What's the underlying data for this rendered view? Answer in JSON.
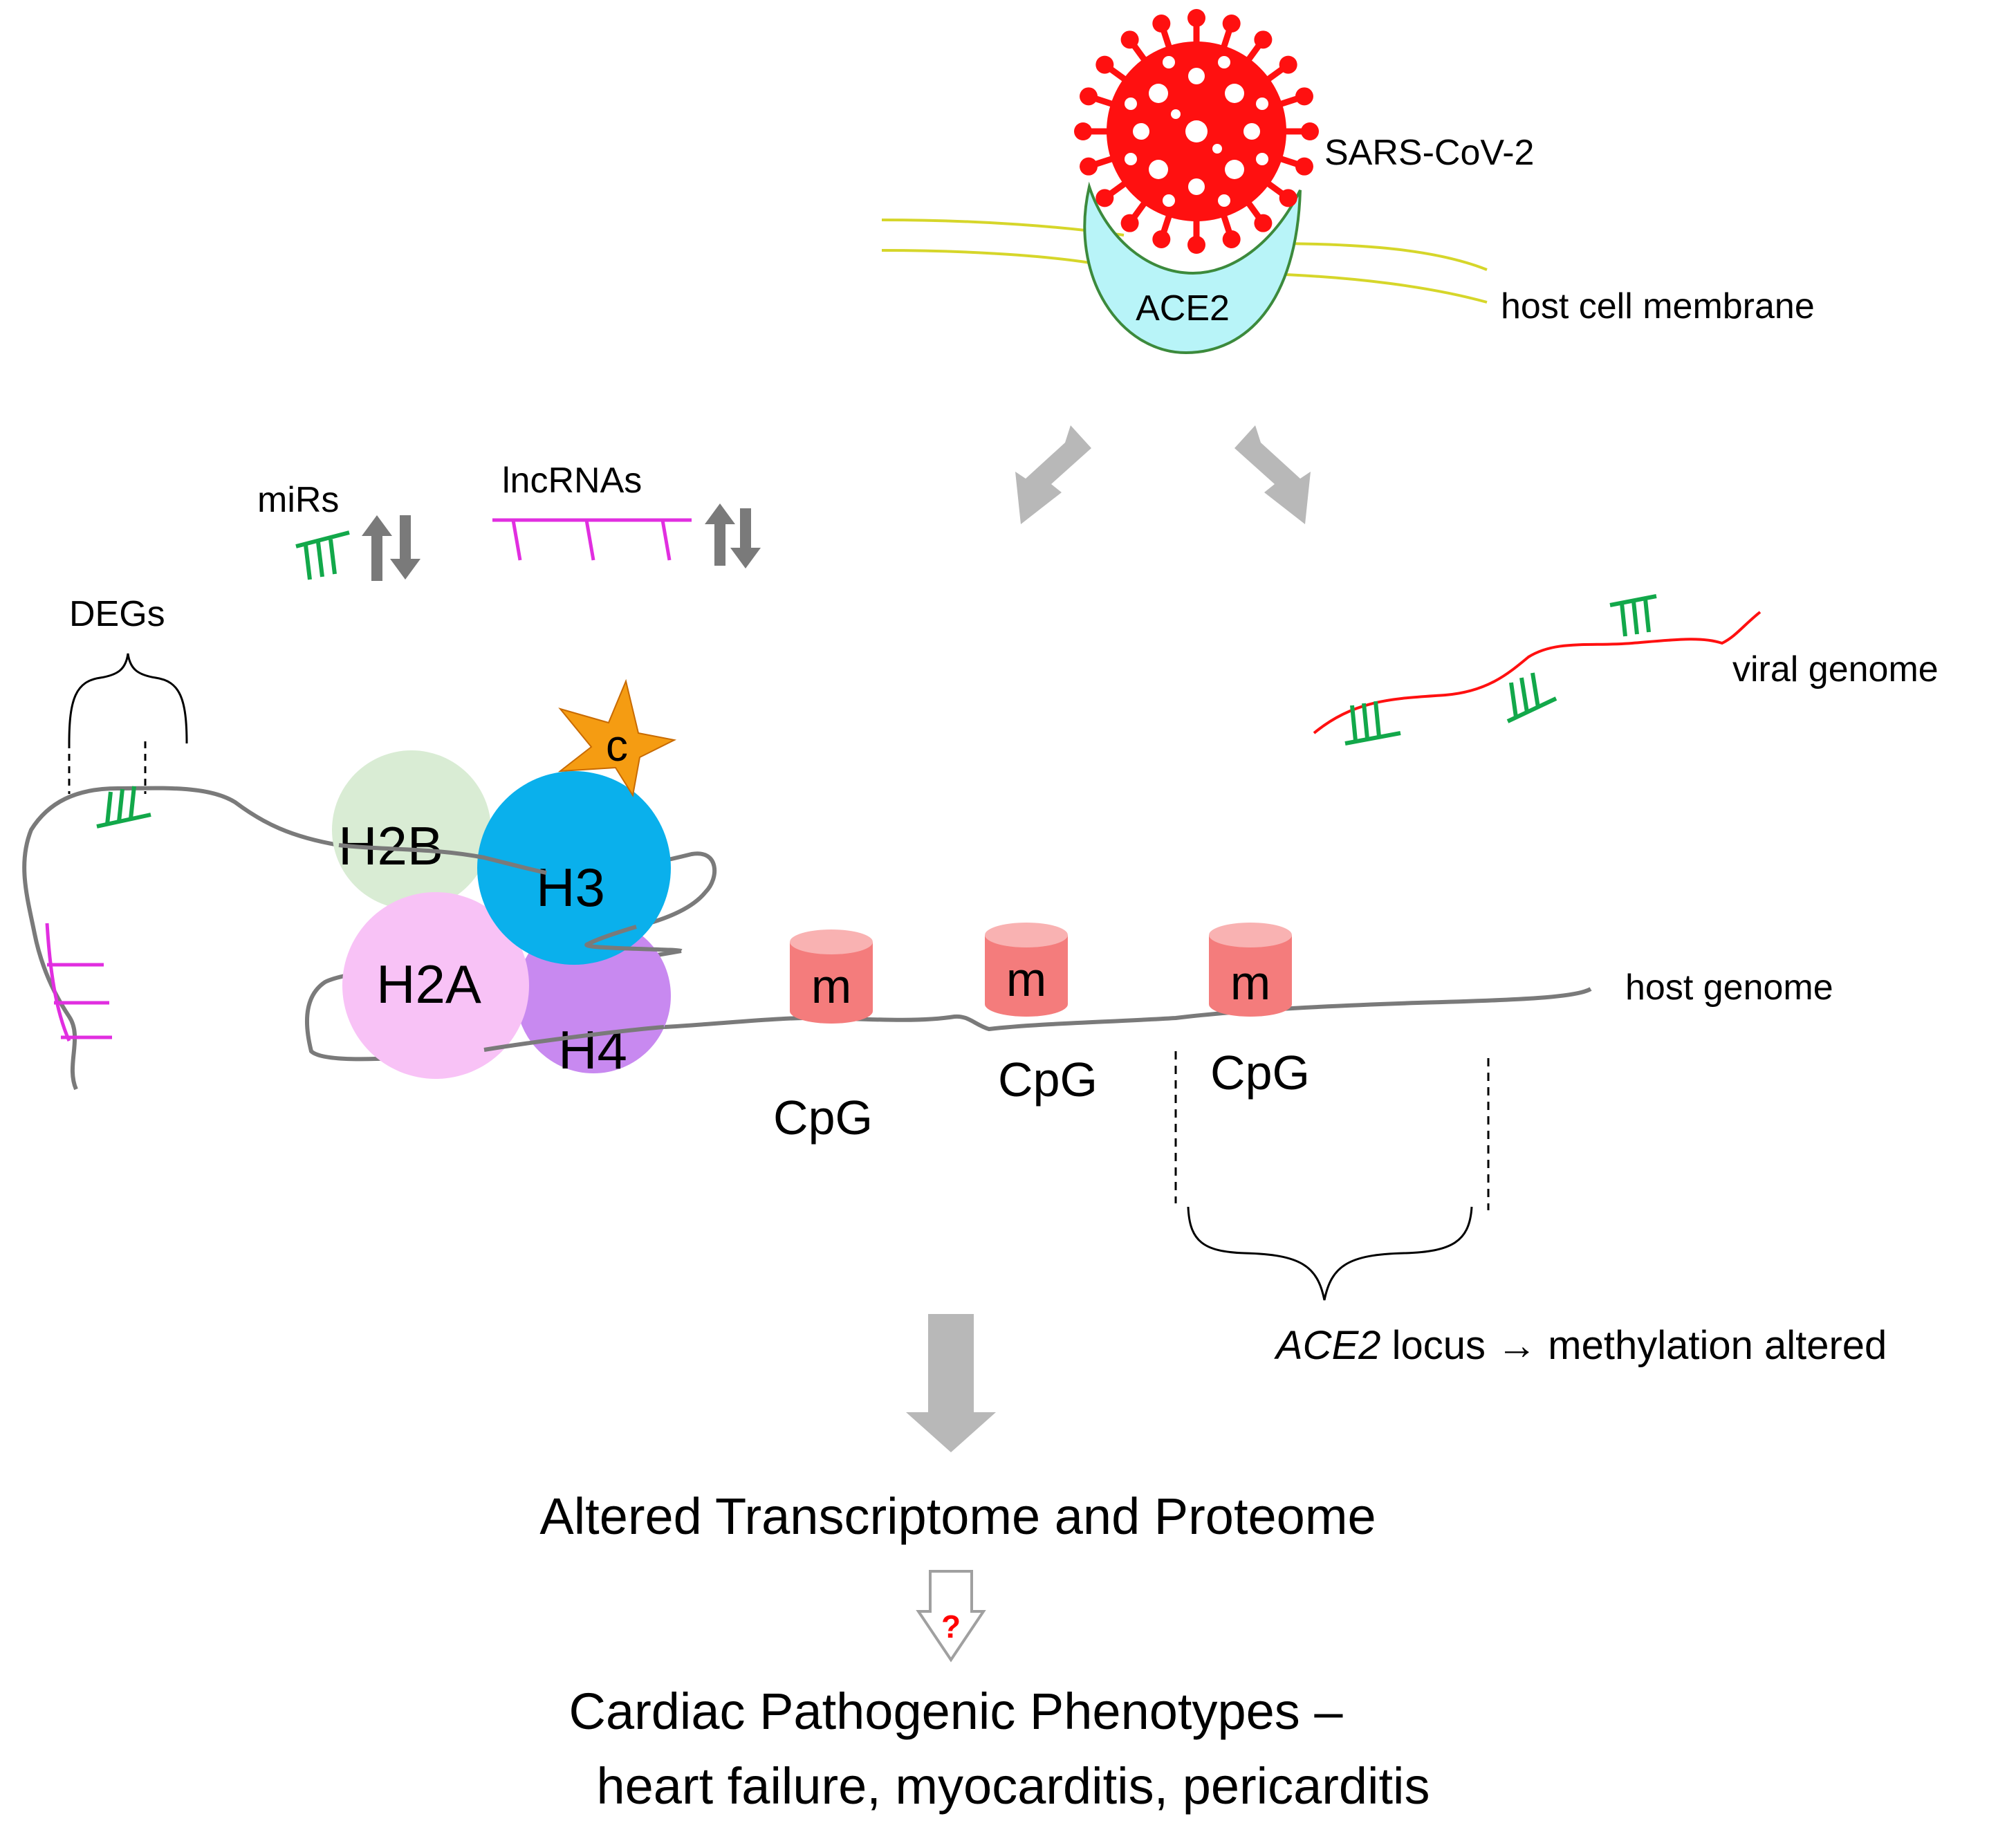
{
  "labels": {
    "virus": "SARS-CoV-2",
    "receptor": "ACE2",
    "membrane": "host cell membrane",
    "mirs": "miRs",
    "lncrnas": "lncRNAs",
    "degs": "DEGs",
    "viral_genome": "viral genome",
    "host_genome": "host genome",
    "methyl_mark": "m",
    "cpg": "CpG",
    "acetyl_mark": "c",
    "locus_gene": "ACE2",
    "locus_text": " locus → methylation altered",
    "question": "?",
    "result": "Altered Transcriptome and Proteome",
    "phenotypes_line1": "Cardiac Pathogenic Phenotypes –",
    "phenotypes_line2": "heart failure, myocarditis, pericarditis"
  },
  "histones": [
    "H2B",
    "H3",
    "H2A",
    "H4"
  ],
  "colors": {
    "virus": "#ff1010",
    "ace2": "#b8f4f8",
    "membrane": "#d6d62a",
    "mirna": "#12a84a",
    "lncrna": "#e12ee0",
    "genome": "#7a7a7a",
    "arrow": "#b8b8b8",
    "h2b": "#d9ecd4",
    "h3": "#0ab0ec",
    "h2a": "#f8c2f6",
    "h4": "#c889f0",
    "methyl": "#f47c7c",
    "acetyl": "#f59c12",
    "question": "#ff0000"
  }
}
